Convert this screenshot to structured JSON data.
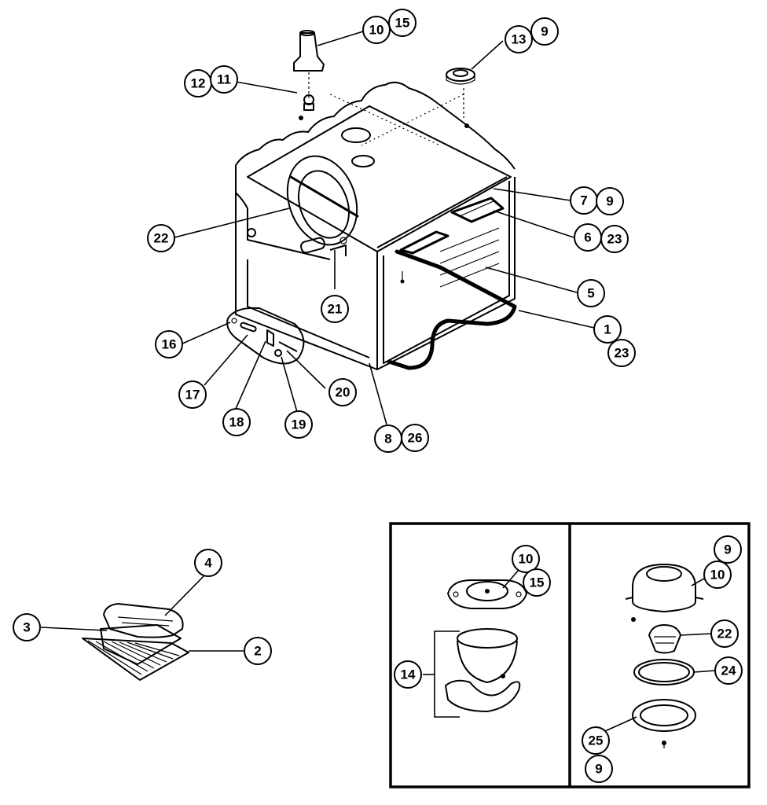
{
  "diagram": {
    "callouts": {
      "c10_top": "10",
      "c15_top": "15",
      "c13": "13",
      "c9_top": "9",
      "c12": "12",
      "c11": "11",
      "c7": "7",
      "c9_right": "9",
      "c6": "6",
      "c23_a": "23",
      "c22_main": "22",
      "c5": "5",
      "c21": "21",
      "c1": "1",
      "c23_b": "23",
      "c16": "16",
      "c20": "20",
      "c17": "17",
      "c18": "18",
      "c19": "19",
      "c8": "8",
      "c26": "26",
      "c4": "4",
      "c3": "3",
      "c2": "2",
      "c10_inset": "10",
      "c15_inset": "15",
      "c14": "14",
      "c9_inset": "9",
      "c10_inset2": "10",
      "c22_inset": "22",
      "c24": "24",
      "c25": "25",
      "c9_bottom": "9"
    }
  }
}
